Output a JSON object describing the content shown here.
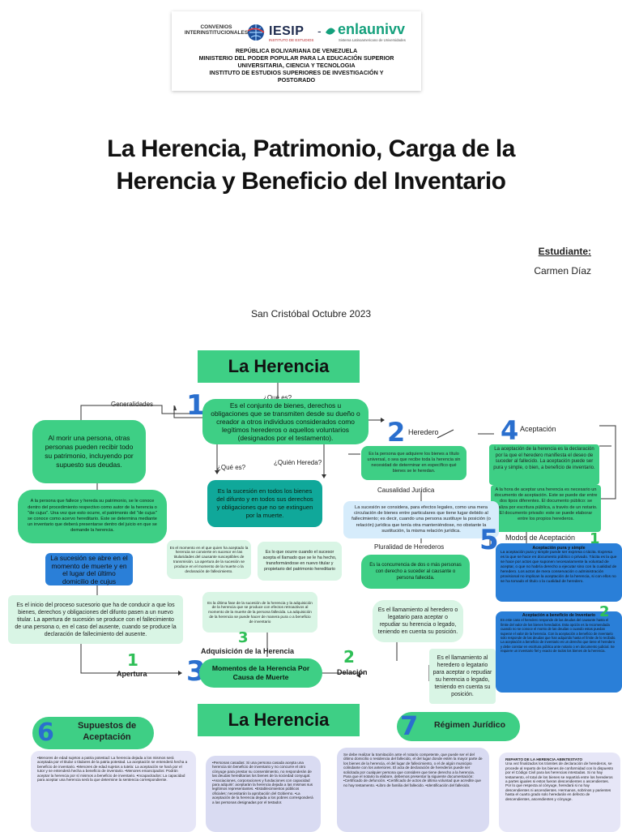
{
  "letterhead": {
    "convenios": "CONVENIOS INTERINSTITUCIONALES",
    "iesip": "IESIP",
    "iesip_sub": "INSTITUTO DE ESTUDIOS",
    "enlaunv": "enlaunivv",
    "enlaunv_sub": "Sistema Latinoamericano de Universidades",
    "lines": [
      "REPÚBLICA BOLIVARIANA DE VENEZUELA",
      "MINISTERIO DEL PODER POPULAR PARA LA EDUCACIÓN SUPERIOR",
      "UNIVERSITARIA, CIENCIA Y TECNOLOGIA",
      "INSTITUTO DE ESTUDIOS SUPERIORES DE INVESTIGACIÓN Y",
      "POSTGRADO"
    ]
  },
  "title_line1": "La Herencia, Patrimonio, Carga de la",
  "title_line2": "Herencia y Beneficio del Inventario",
  "student_label": "Estudiante:",
  "student_name": "Carmen Díaz",
  "place_date": "San Cristóbal Octubre 2023",
  "map": {
    "title": "La Herencia",
    "que_es": "¿Qué es?",
    "que_es2": "¿Qué es?",
    "quien_hereda": "¿Quién Hereda?",
    "generalidades": "Generalidades",
    "heredero": "Heredero",
    "aceptacion": "Aceptación",
    "causalidad": "Causalidad Jurídica",
    "pluralidad": "Pluralidad de Herederos",
    "modos": "Modos de Aceptación",
    "adquisicion": "Adquisición de la Herencia",
    "momentos": "Momentos de la Herencia Por Causa de Muerte",
    "apertura": "Apertura",
    "delacion": "Delación",
    "n1": "1",
    "n2": "2",
    "n3": "3",
    "n4": "4",
    "n5": "5",
    "definicion": "Es el conjunto de bienes, derechos u obligaciones que se transmiten desde su dueño o creador a otros individuos considerados como legítimos herederos o aquellos voluntarios (designados por el testamento).",
    "al_morir": "Al morir una persona, otras personas pueden recibir todo su patrimonio, incluyendo por supuesto sus deudas.",
    "persona_fallece": "A la persona que fallece y hereda su patrimonio, se le conoce dentro del procedimiento respectivo como autor de la herencia o \"de cujus\". Una vez que esto ocurre, el patrimonio del \"de cujus\" se conoce como acervo hereditario. Este se determina mediante un inventario que deberá presentarse dentro del juicio en que se demande la herencia.",
    "sucesion": "Es la sucesión en todos los bienes del difunto y en todos sus derechos y obligaciones que no se extinguen por la muerte.",
    "heredero_def": "Es la persona que adquiere los bienes a título universal, o sea que recibe toda la herencia sin necesidad de determinar en específico qué bienes se le heredan.",
    "aceptacion_def": "La aceptación de la herencia es la declaración por la que el heredero manifiesta el deseo de suceder al fallecido. La aceptación puede ser pura y simple, o bien, a beneficio de inventario.",
    "aceptacion_doc": "A la hora de aceptar una herencia es necesario un documento de aceptación. Este se puede dar entre dos tipos diferentes. El documento público: se realiza por escritura pública, a través de un notario. El documento privado: este se puede elaborar entre los propios herederos.",
    "causalidad_def": "La sucesión se considera, para efectos legales, como una mera circulación de bienes entre particulares que tiene lugar debido al fallecimiento; es decir, cuando una persona sustituye la posición (o relación) jurídica que tenía otra manteniéndose, no obstante la sustitución, la misma relación jurídica.",
    "pluralidad_def": "Es la concurrencia de dos o más personas con derecho a suceder al causante o persona fallecida.",
    "sucesion_abre": "La sucesión se abre en el momento de muerte y en el lugar del último domicilio de cujus",
    "inicio": "Es el inicio del proceso sucesorio que ha de conducir a que los bienes, derechos y obligaciones del difunto pasen a un nuevo titular. La apertura de sucesión se produce con el fallecimiento de una persona o, en el caso del ausente, cuando se produce la declaración de fallecimiento del ausente.",
    "momento_quien": "Es el momento en el que quien ha aceptado la herencia se convierte en sucesor en las titularidades del causante susceptibles de transmisión. La apertura de la sucesión se produce en el momento de la muerte o la declaración de fallecimiento.",
    "lo_que_ocurre": "Es lo que ocurre cuando el sucesor acepta el llamado que se le ha hecho, transformándose en nuevo titular y propietario del patrimonio hereditario",
    "ultima_fase": "Es la última fase de la sucesión de la herencia y la adquisición de la herencia que se produce con efectos retroactivos al momento de la muerte de la persona fallecida. La adquisición de la herencia se puede hacer de manera pura o a beneficio de inventario",
    "llamamiento1": "Es el llamamiento al heredero o legatario para aceptar o repudiar su herencia o legado, teniendo en cuenta su posición.",
    "llamamiento2": "Es el llamamiento al heredero o legatario para aceptar o repudiar su herencia o legado, teniendo en cuenta su posición.",
    "pura_title": "Aceptación pura y simple",
    "pura_text": "La aceptación pura y simple puede ser expresa o tácita. Expresa es la que se hace en documento público o privado. Tácita es la que se hace por actos que suponen necesariamente la voluntad de aceptar, o que no habría derecho a ejecutar sino con la cualidad de heredero. Los actos de mera conservación o administración provisional no implican la aceptación de la herencia, si con ellos no se ha tomado el título o la cualidad de heredero.",
    "beneficio_title": "Aceptación a beneficio de Inventario",
    "beneficio_text": "En este caso el heredero responde de las deudas del causante hasta el límite del valor de los bienes heredados. Esta opción es la recomendada cuando no se conoce el monto de las deudas o cuando estas puedan superar el valor de la herencia. Con la aceptación a beneficio de inventario solo responde de las deudas que han adquirido hasta el límite de lo recibido. La aceptación a beneficio de inventario es un derecho que tiene el heredero y debe constar en escritura pública ante notario o en documento judicial. Se requiere un inventario fiel y exacto de todos los bienes de la herencia.",
    "supuestos_title": "Supuestos de Aceptación",
    "regimen_title": "Régimen Jurídico",
    "n6": "6",
    "n7": "7",
    "supuestos_text": "•Menores de edad sujetos a patria potestad: La herencia dejada a los mismos será aceptada por el titular o titulares de la patria potestad. La aceptación se entenderá hecha a beneficio de inventario. •Menores de edad sujetos a tutela: La aceptación se hará por el tutor y se entenderá hecha a beneficio de inventario. •Menores emancipados: Podrán aceptar la herencia por sí mismos a beneficio de inventario. •Incapacitados: La capacidad para aceptar una herencia será la que determine la sentencia correspondiente.",
    "casadas_text": "•Personas casadas: Si una persona casada acepta una herencia sin beneficio de inventario y no concurre el otro cónyuge para prestar su consentimiento, no responderán de las deudas hereditarias los bienes de la sociedad conyugal. •Asociaciones, corporaciones y fundaciones con capacidad para adquirir: aceptarán la herencia dejada a las mismas sus legítimos representantes. •Establecimientos públicos oficiales: necesitarán la aprobación del Gobierno. •La aceptación de la herencia dejada a los pobres corresponderá a las personas designadas por el testador.",
    "regimen_text": "Se debe realizar la tramitación ante el notario competente, que puede ser el del último domicilio o residencia del fallecido, el del lugar donde estén la mayor parte de los bienes de la herencia, el del lugar de fallecimiento, o el de algún municipio colindante con los anteriores. El acta de declaración de herederos puede ser solicitada por cualquier persona que considere que tiene derecho a la herencia. Para que el notario la elabore, debemos presentar la siguiente documentación: •Certificado de defunción. •Certificado de actos de última voluntad que acredite que no hay testamento. •Libro de familia del fallecido. •Identificación del fallecido.",
    "reparto_title": "REPARTO DE LA HERENCIA ABINTESTATO",
    "reparto_text": "Una vez finalizados los trámites de declaración de herederos, se procede al reparto de los bienes de conformidad con lo dispuesto por el Código Civil para las herencias intestadas. Si no hay testamento, el total de los bienes se repartirá entre los herederos a partes iguales si estos fueran descendientes o ascendientes. Por lo que respecta al cónyuge, heredará si no hay descendientes ni ascendientes. Hermanos, sobrinos y parientes hasta el cuarto grado solo heredarán en defecto de descendientes, ascendientes y cónyuge."
  }
}
